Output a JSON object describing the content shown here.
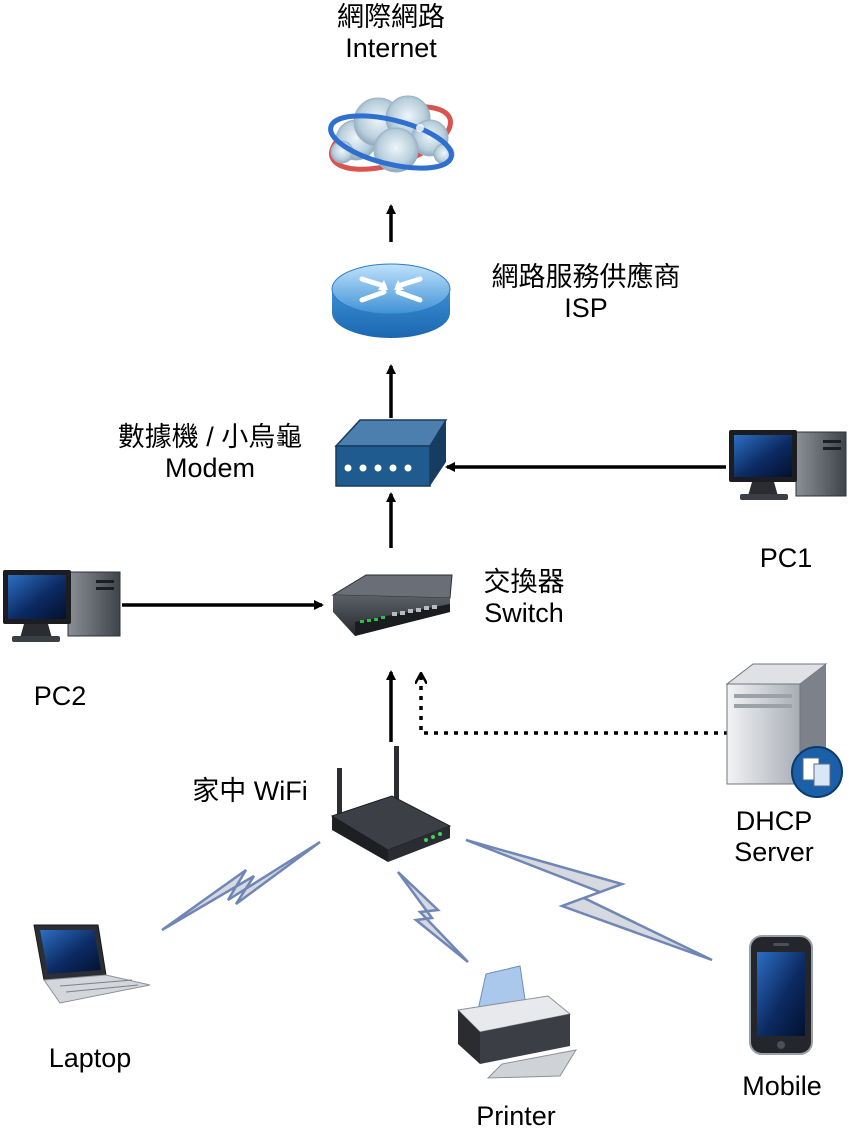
{
  "nodes": {
    "internet": {
      "line1": "網際網路",
      "line2": "Internet",
      "icon": "cloud-internet-icon"
    },
    "isp": {
      "line1": "網路服務供應商",
      "line2": "ISP",
      "icon": "router-icon"
    },
    "modem": {
      "line1": "數據機 / 小烏龜",
      "line2": "Modem",
      "icon": "modem-icon"
    },
    "switch": {
      "line1": "交換器",
      "line2": "Switch",
      "icon": "switch-icon"
    },
    "pc1": {
      "label": "PC1",
      "icon": "desktop-pc-icon"
    },
    "pc2": {
      "label": "PC2",
      "icon": "desktop-pc-icon"
    },
    "wifi": {
      "label": "家中 WiFi",
      "icon": "wifi-router-icon"
    },
    "dhcp": {
      "line1": "DHCP",
      "line2": "Server",
      "icon": "server-icon"
    },
    "laptop": {
      "label": "Laptop",
      "icon": "laptop-icon"
    },
    "printer": {
      "label": "Printer",
      "icon": "printer-icon"
    },
    "mobile": {
      "label": "Mobile",
      "icon": "mobile-phone-icon"
    }
  },
  "colors": {
    "arrow": "#000000",
    "wireless_fill": "#d6d9df",
    "wireless_stroke": "#6f86b6",
    "device_blue": "#1f4e79"
  }
}
